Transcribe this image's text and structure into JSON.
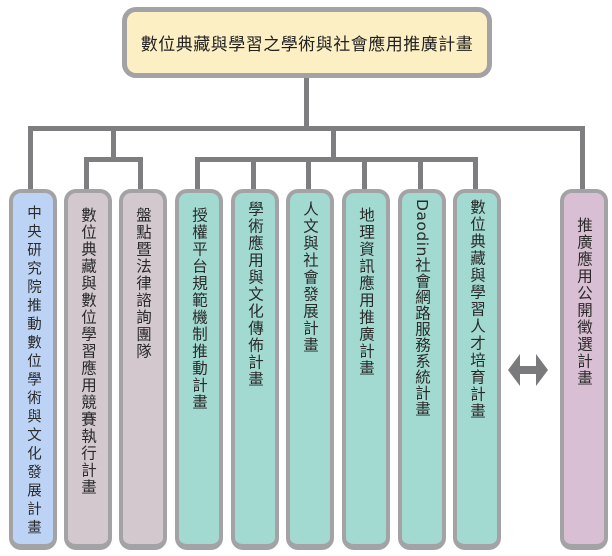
{
  "diagram": {
    "root": {
      "label": "數位典藏與學習之學術與社會應用推廣計畫",
      "fill": "#fdefc4"
    },
    "children": [
      {
        "label": "中央研究院推動數位學術與文化發展計畫",
        "group": "independent",
        "fill": "#bcd3f5"
      },
      {
        "label": "數位典藏與數位學習應用競賽執行計畫",
        "group": "group-a",
        "fill": "#d2c8cd"
      },
      {
        "label": "盤點暨法律諮詢團隊",
        "group": "group-a",
        "fill": "#d2c8cd"
      },
      {
        "label": "授權平台規範機制推動計畫",
        "group": "group-b",
        "fill": "#a2d9d0"
      },
      {
        "label": "學術應用與文化傳佈計畫",
        "group": "group-b",
        "fill": "#a2d9d0"
      },
      {
        "label": "人文與社會發展計畫",
        "group": "group-b",
        "fill": "#a2d9d0"
      },
      {
        "label": "地理資訊應用推廣計畫",
        "group": "group-b",
        "fill": "#a2d9d0"
      },
      {
        "label": "Daodin社會網路服務系統計畫",
        "group": "group-b",
        "fill": "#a2d9d0"
      },
      {
        "label": "數位典藏與學習人才培育計畫",
        "group": "group-b",
        "fill": "#a2d9d0"
      },
      {
        "label": "推廣應用公開徵選計畫",
        "group": "independent",
        "fill": "#d8bfd3"
      }
    ],
    "connector_color": "#7e7e80",
    "border_color": "#a3a3a5",
    "relation_icon": "double-arrow-icon"
  }
}
